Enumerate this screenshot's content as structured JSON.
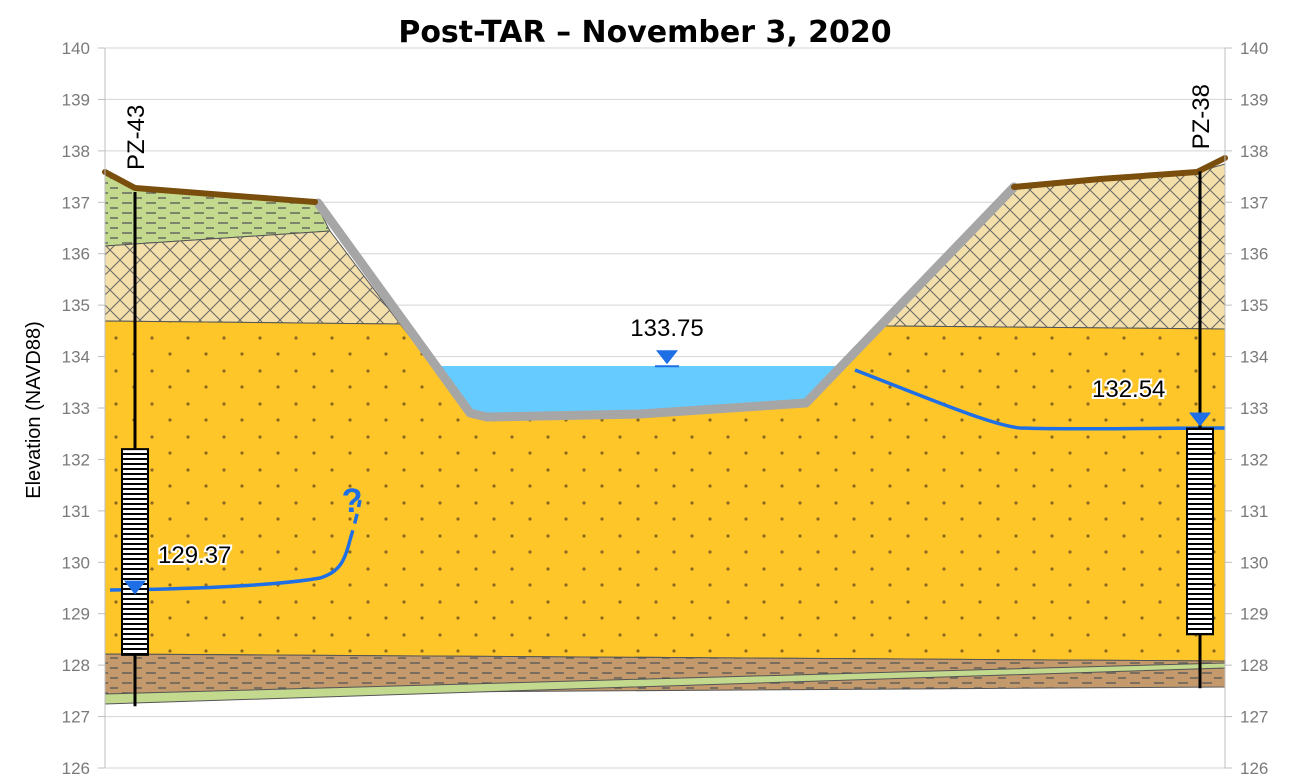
{
  "title": "Post-TAR – November 3, 2020",
  "y_axis_label": "Elevation (NAVD88)",
  "wells": [
    {
      "name": "PZ-43",
      "water_level_label": "129.37"
    },
    {
      "name": "PZ-38",
      "water_level_label": "132.54"
    }
  ],
  "pond_water_level_label": "133.75",
  "uncertainty_mark": "?",
  "colors": {
    "fill_layer": "#f3dfaa",
    "sand": "#ffc629",
    "silty_layer": "#c2d98e",
    "clay_base": "#c49a6c",
    "pond_water": "#66ccff",
    "water_table": "#1e6fe6",
    "ground_surface": "#7a4e0c",
    "pond_liner": "#a6a6a6"
  },
  "chart_data": {
    "type": "cross-section",
    "title": "Post-TAR – November 3, 2020",
    "ylabel": "Elevation (NAVD88)",
    "ylim": [
      126,
      140
    ],
    "yticks": [
      126,
      127,
      128,
      129,
      130,
      131,
      132,
      133,
      134,
      135,
      136,
      137,
      138,
      139,
      140
    ],
    "secondary_y_axis": true,
    "grid": true,
    "wells": [
      {
        "name": "PZ-43",
        "top": 137.2,
        "bottom": 127.2,
        "screen_top": 132.2,
        "screen_bottom": 128.2,
        "water_level": 129.37
      },
      {
        "name": "PZ-38",
        "top": 137.6,
        "bottom": 127.55,
        "screen_top": 132.6,
        "screen_bottom": 128.6,
        "water_level": 132.54
      }
    ],
    "pond_water_level": 133.75
  }
}
